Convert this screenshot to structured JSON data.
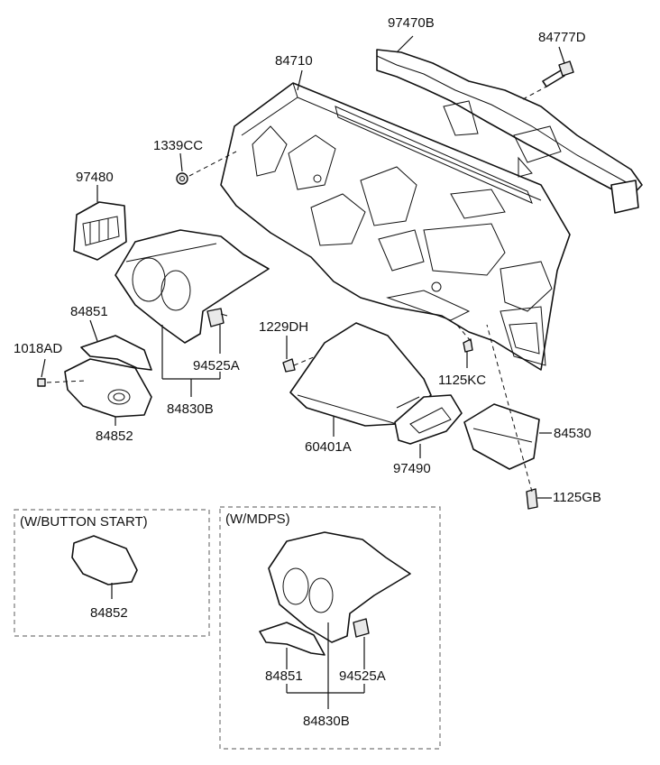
{
  "labels": {
    "p97470B": "97470B",
    "p84777D": "84777D",
    "p84710": "84710",
    "p1339CC": "1339CC",
    "p97480": "97480",
    "p84851": "84851",
    "p1018AD": "1018AD",
    "p94525A": "94525A",
    "p84830B": "84830B",
    "p84852": "84852",
    "p1229DH": "1229DH",
    "p1125KC": "1125KC",
    "p84530": "84530",
    "p60401A": "60401A",
    "p97490": "97490",
    "p1125GB": "1125GB"
  },
  "inset_button_start": {
    "title": "(W/BUTTON START)",
    "p84852": "84852"
  },
  "inset_mdps": {
    "title": "(W/MDPS)",
    "p84851": "84851",
    "p94525A": "94525A",
    "p84830B": "84830B"
  }
}
